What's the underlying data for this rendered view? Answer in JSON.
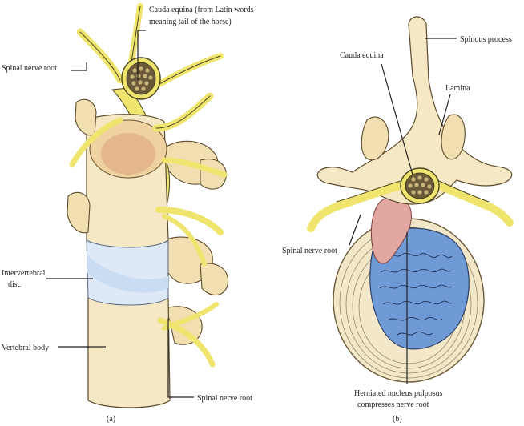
{
  "panel_a": {
    "caption": "(a)",
    "labels": {
      "cauda_equina_line1": "Cauda equina (from Latin words",
      "cauda_equina_line2": "meaning tail of the horse)",
      "spinal_nerve_root_top": "Spinal nerve root",
      "intervertebral_line1": "Intervertebral",
      "intervertebral_line2": "disc",
      "vertebral_body": "Vertebral body",
      "spinal_nerve_root_bottom": "Spinal nerve root"
    }
  },
  "panel_b": {
    "caption": "(b)",
    "labels": {
      "spinous_process": "Spinous process",
      "cauda_equina": "Cauda equina",
      "lamina": "Lamina",
      "spinal_nerve_root": "Spinal nerve root",
      "herniated_line1": "Herniated nucleus pulposus",
      "herniated_line2": "compresses nerve root"
    }
  },
  "colors": {
    "bone": "#f6e8c4",
    "nerve": "#efe56e",
    "disc": "#dde9f7",
    "nucleus": "#6f9ad6",
    "herniation": "#e2a7a0"
  }
}
